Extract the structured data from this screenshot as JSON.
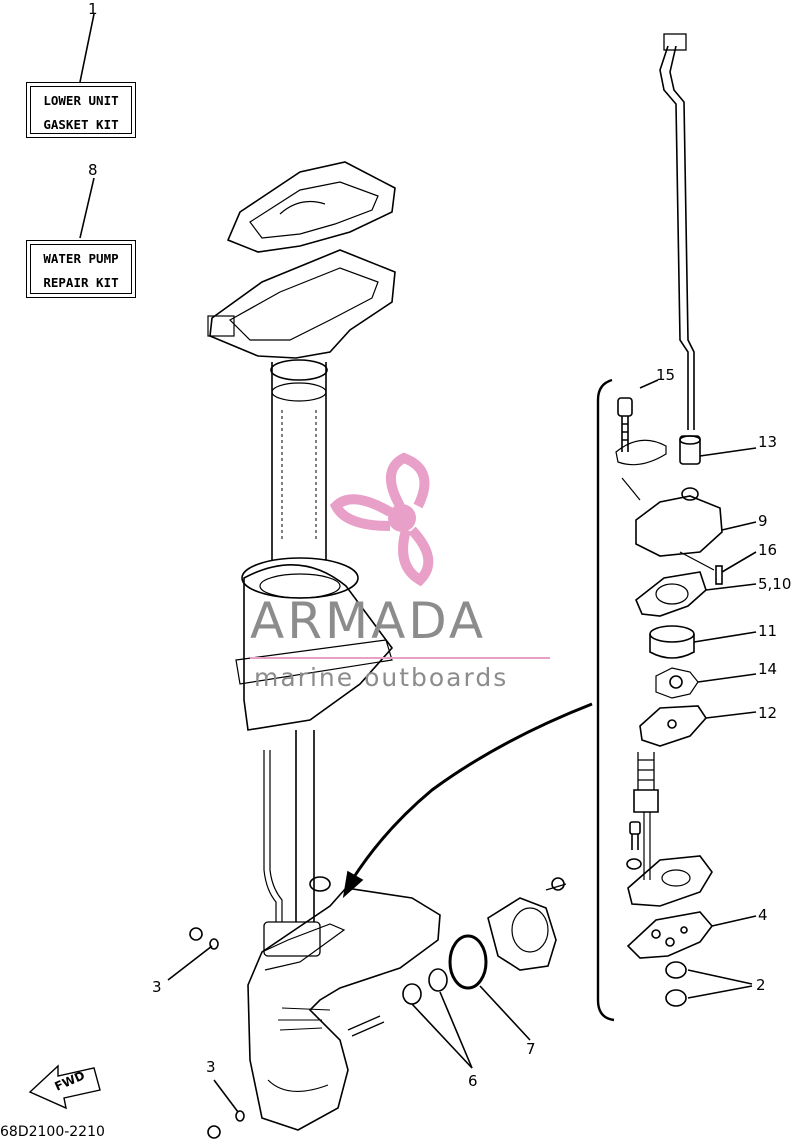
{
  "kits": {
    "lower_unit": {
      "callout": "1",
      "line1": "LOWER UNIT",
      "line2": "GASKET KIT"
    },
    "water_pump": {
      "callout": "8",
      "line1": "WATER PUMP",
      "line2": "REPAIR KIT"
    }
  },
  "callouts": {
    "c2": "2",
    "c3a": "3",
    "c3b": "3",
    "c4": "4",
    "c5_10": "5,10",
    "c6": "6",
    "c7": "7",
    "c9": "9",
    "c11": "11",
    "c12": "12",
    "c13": "13",
    "c14": "14",
    "c15": "15",
    "c16": "16"
  },
  "fwd_label": "FWD",
  "part_code": "68D2100-2210",
  "watermark": {
    "title": "ARMADA",
    "subtitle": "marine outboards",
    "logo_color": "#e8a0c8",
    "text_color": "#8c8c8c"
  }
}
